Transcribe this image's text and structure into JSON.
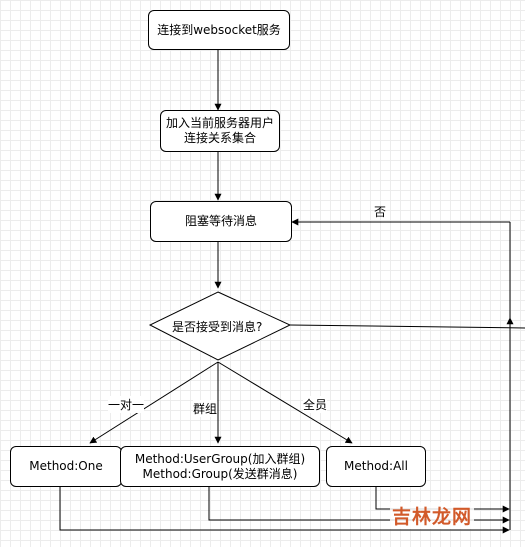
{
  "nodes": {
    "connect": "连接到websocket服务",
    "add_user_line1": "加入当前服务器用户",
    "add_user_line2": "连接关系集合",
    "wait": "阻塞等待消息",
    "decision": "是否接受到消息?",
    "method_one": "Method:One",
    "method_group_line1": "Method:UserGroup(加入群组)",
    "method_group_line2": "Method:Group(发送群消息)",
    "method_all": "Method:All"
  },
  "edge_labels": {
    "no": "否",
    "one_to_one": "一对一",
    "group": "群组",
    "all": "全员"
  },
  "watermark": "吉林龙网",
  "colors": {
    "stroke": "#000000",
    "grid": "#ececec",
    "watermark": "#d25a2a"
  }
}
